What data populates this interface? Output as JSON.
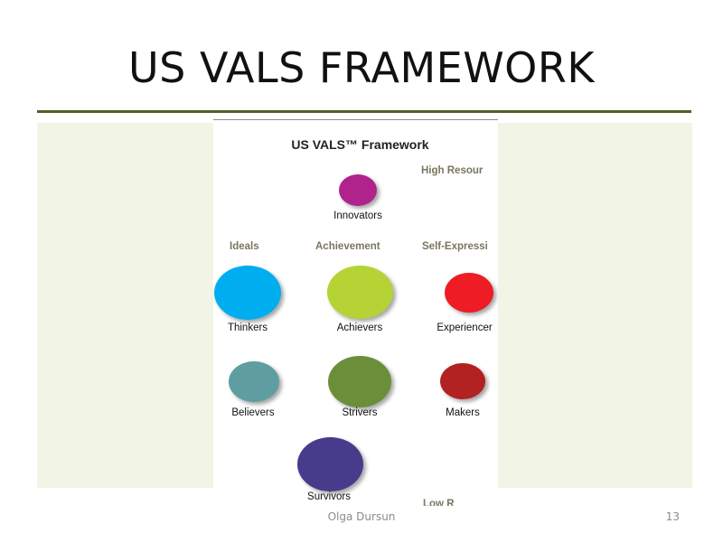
{
  "slide": {
    "title": "US VALS FRAMEWORK",
    "author": "Olga Dursun",
    "page_number": "13"
  },
  "figure": {
    "title": "US VALS™ Framework",
    "labels": {
      "high_resources": "High Resour",
      "ideals": "Ideals",
      "achievement": "Achievement",
      "self_expression": "Self-Expressi",
      "low_resources": "Low R"
    },
    "nodes": {
      "innovators": {
        "label": "Innovators",
        "color": "#b0228c"
      },
      "thinkers": {
        "label": "Thinkers",
        "color": "#00aeef"
      },
      "achievers": {
        "label": "Achievers",
        "color": "#b5d334"
      },
      "experiencers": {
        "label": "Experiencer",
        "color": "#ee1c25"
      },
      "believers": {
        "label": "Believers",
        "color": "#5f9ea0"
      },
      "strivers": {
        "label": "Strivers",
        "color": "#6b8e3a"
      },
      "makers": {
        "label": "Makers",
        "color": "#b22222"
      },
      "survivors": {
        "label": "Survivors",
        "color": "#473c8b"
      }
    }
  },
  "colors": {
    "title_rule": "#4f6228",
    "panel_background": "#f2f4e6"
  }
}
